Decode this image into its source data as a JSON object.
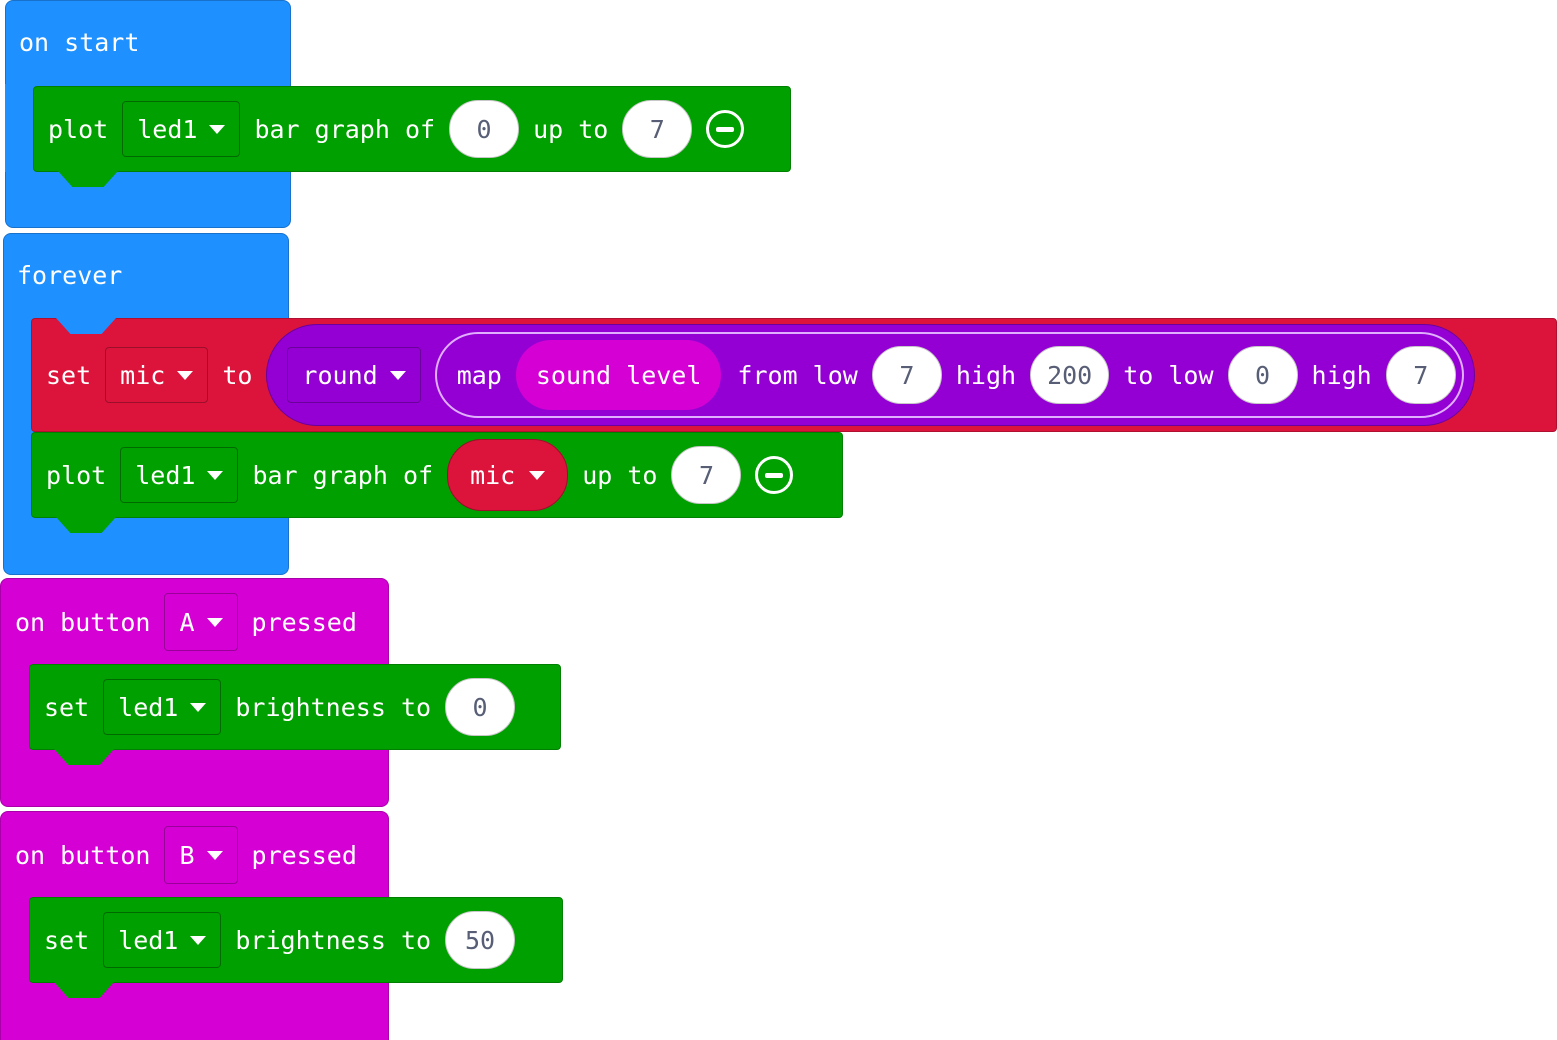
{
  "on_start": {
    "label": "on start",
    "plot": {
      "kw_plot": "plot",
      "led": "led1",
      "kw_bar": "bar graph of",
      "value": "0",
      "kw_up": "up to",
      "max": "7"
    }
  },
  "forever": {
    "label": "forever",
    "set": {
      "kw_set": "set",
      "variable": "mic",
      "kw_to": "to",
      "func": "round",
      "kw_map": "map",
      "sound": "sound level",
      "kw_from_low": "from low",
      "from_low": "7",
      "kw_high1": "high",
      "from_high": "200",
      "kw_to_low": "to low",
      "to_low": "0",
      "kw_high2": "high",
      "to_high": "7"
    },
    "plot": {
      "kw_plot": "plot",
      "led": "led1",
      "kw_bar": "bar graph of",
      "value": "mic",
      "kw_up": "up to",
      "max": "7"
    }
  },
  "button_a": {
    "kw_on": "on button",
    "button": "A",
    "kw_pressed": "pressed",
    "set": {
      "kw_set": "set",
      "led": "led1",
      "kw_brightness": "brightness to",
      "value": "0"
    }
  },
  "button_b": {
    "kw_on": "on button",
    "button": "B",
    "kw_pressed": "pressed",
    "set": {
      "kw_set": "set",
      "led": "led1",
      "kw_brightness": "brightness to",
      "value": "50"
    }
  },
  "colors": {
    "event_blue": "#1e90ff",
    "event_magenta": "#d400d4",
    "led_green": "#00a000",
    "variable_red": "#dc143c",
    "math_purple": "#9400d3"
  }
}
